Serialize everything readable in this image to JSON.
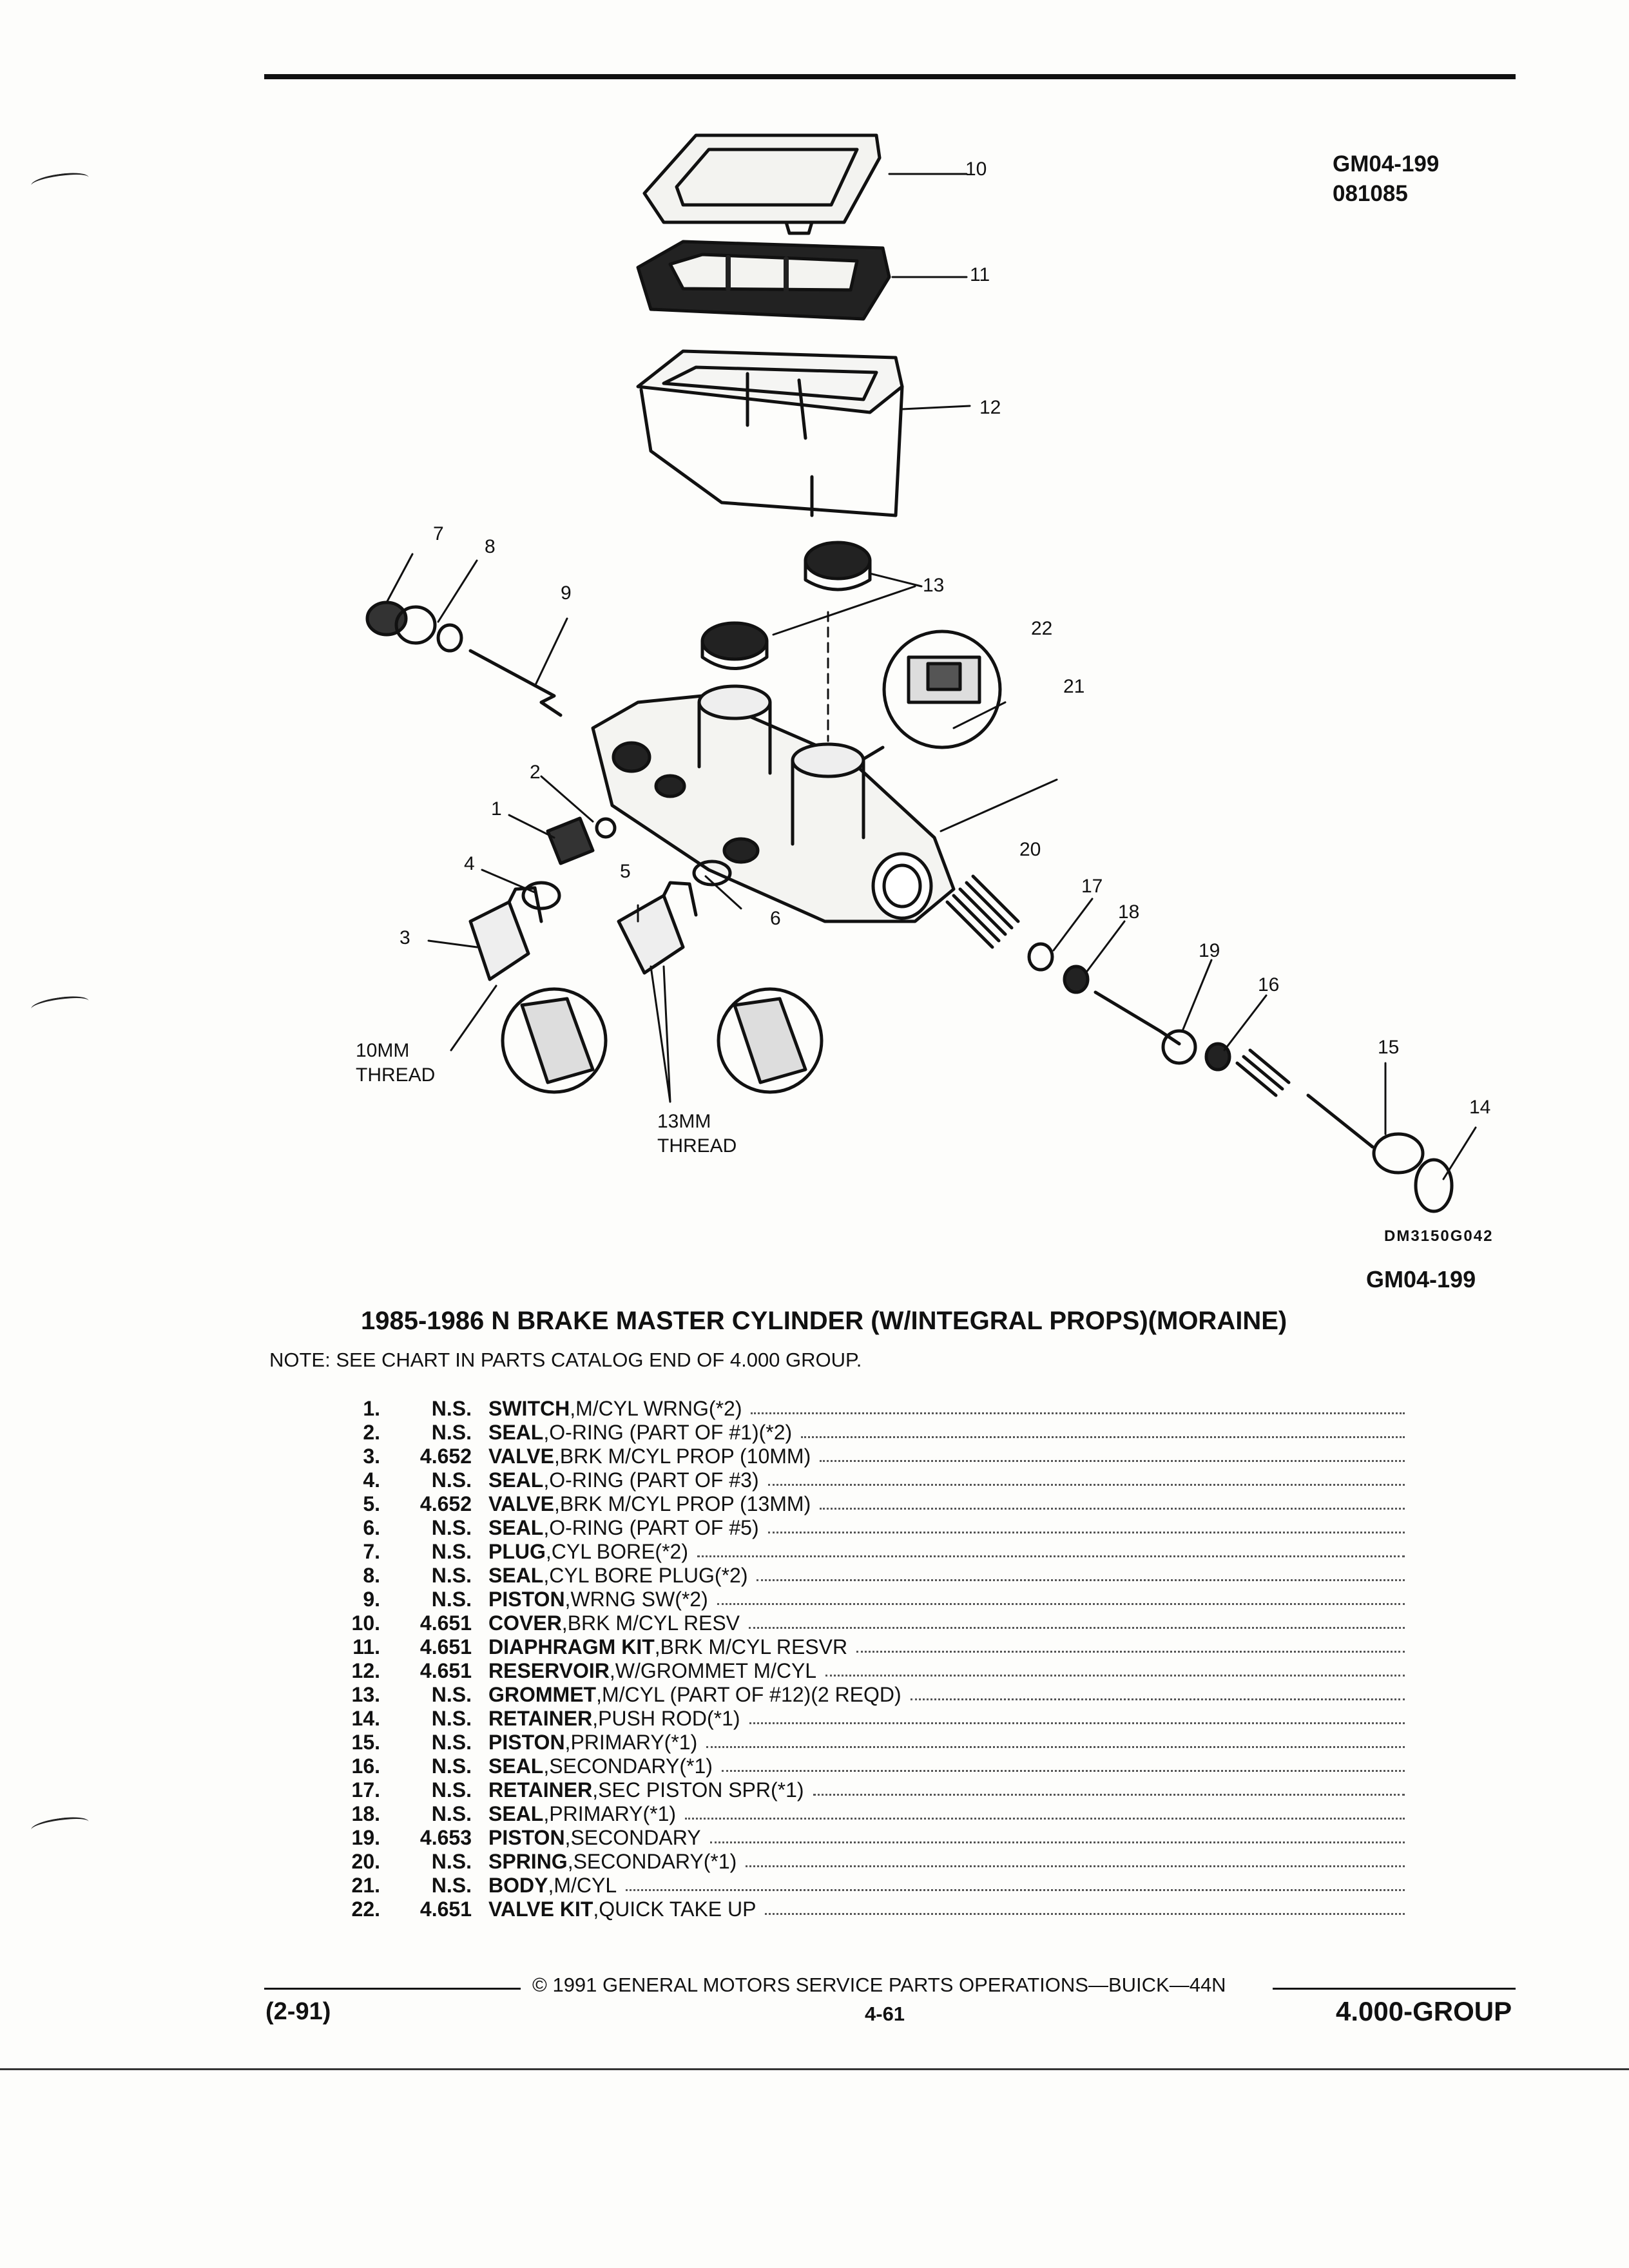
{
  "header": {
    "drawing_id": "GM04-199",
    "drawing_date": "081085"
  },
  "diagram": {
    "code_small": "DM3150G042",
    "code_right": "GM04-199",
    "callouts": [
      "10",
      "11",
      "12",
      "7",
      "8",
      "9",
      "13",
      "22",
      "21",
      "2",
      "1",
      "4",
      "5",
      "6",
      "3",
      "20",
      "17",
      "18",
      "19",
      "16",
      "15",
      "14"
    ],
    "thread_10mm": [
      "10MM",
      "THREAD"
    ],
    "thread_13mm": [
      "13MM",
      "THREAD"
    ]
  },
  "title": "1985-1986 N BRAKE MASTER CYLINDER (W/INTEGRAL PROPS)(MORAINE)",
  "note": "NOTE:  SEE CHART IN PARTS CATALOG END OF 4.000 GROUP.",
  "parts": [
    {
      "num": "1.",
      "group": "N.S.",
      "name": "SWITCH",
      "desc": "M/CYL WRNG(*2)"
    },
    {
      "num": "2.",
      "group": "N.S.",
      "name": "SEAL",
      "desc": "O-RING (PART OF #1)(*2)"
    },
    {
      "num": "3.",
      "group": "4.652",
      "name": "VALVE",
      "desc": "BRK M/CYL PROP (10MM)"
    },
    {
      "num": "4.",
      "group": "N.S.",
      "name": "SEAL",
      "desc": "O-RING (PART OF #3)"
    },
    {
      "num": "5.",
      "group": "4.652",
      "name": "VALVE",
      "desc": "BRK M/CYL PROP (13MM)"
    },
    {
      "num": "6.",
      "group": "N.S.",
      "name": "SEAL",
      "desc": "O-RING (PART OF #5)"
    },
    {
      "num": "7.",
      "group": "N.S.",
      "name": "PLUG",
      "desc": "CYL BORE(*2)"
    },
    {
      "num": "8.",
      "group": "N.S.",
      "name": "SEAL",
      "desc": "CYL BORE PLUG(*2)"
    },
    {
      "num": "9.",
      "group": "N.S.",
      "name": "PISTON",
      "desc": "WRNG SW(*2)"
    },
    {
      "num": "10.",
      "group": "4.651",
      "name": "COVER",
      "desc": "BRK M/CYL RESV"
    },
    {
      "num": "11.",
      "group": "4.651",
      "name": "DIAPHRAGM KIT",
      "desc": "BRK M/CYL RESVR"
    },
    {
      "num": "12.",
      "group": "4.651",
      "name": "RESERVOIR",
      "desc": "W/GROMMET M/CYL"
    },
    {
      "num": "13.",
      "group": "N.S.",
      "name": "GROMMET",
      "desc": "M/CYL (PART OF #12)(2 REQD)"
    },
    {
      "num": "14.",
      "group": "N.S.",
      "name": "RETAINER",
      "desc": "PUSH ROD(*1)"
    },
    {
      "num": "15.",
      "group": "N.S.",
      "name": "PISTON",
      "desc": "PRIMARY(*1)"
    },
    {
      "num": "16.",
      "group": "N.S.",
      "name": "SEAL",
      "desc": "SECONDARY(*1)"
    },
    {
      "num": "17.",
      "group": "N.S.",
      "name": "RETAINER",
      "desc": "SEC PISTON SPR(*1)"
    },
    {
      "num": "18.",
      "group": "N.S.",
      "name": "SEAL",
      "desc": "PRIMARY(*1)"
    },
    {
      "num": "19.",
      "group": "4.653",
      "name": "PISTON",
      "desc": "SECONDARY"
    },
    {
      "num": "20.",
      "group": "N.S.",
      "name": "SPRING",
      "desc": "SECONDARY(*1)"
    },
    {
      "num": "21.",
      "group": "N.S.",
      "name": "BODY",
      "desc": "M/CYL"
    },
    {
      "num": "22.",
      "group": "4.651",
      "name": "VALVE KIT",
      "desc": "QUICK TAKE UP"
    }
  ],
  "footer": {
    "copyright": "©  1991  GENERAL MOTORS SERVICE PARTS OPERATIONS—BUICK—44N",
    "date": "(2-91)",
    "page": "4-61",
    "group": "4.000-GROUP"
  }
}
